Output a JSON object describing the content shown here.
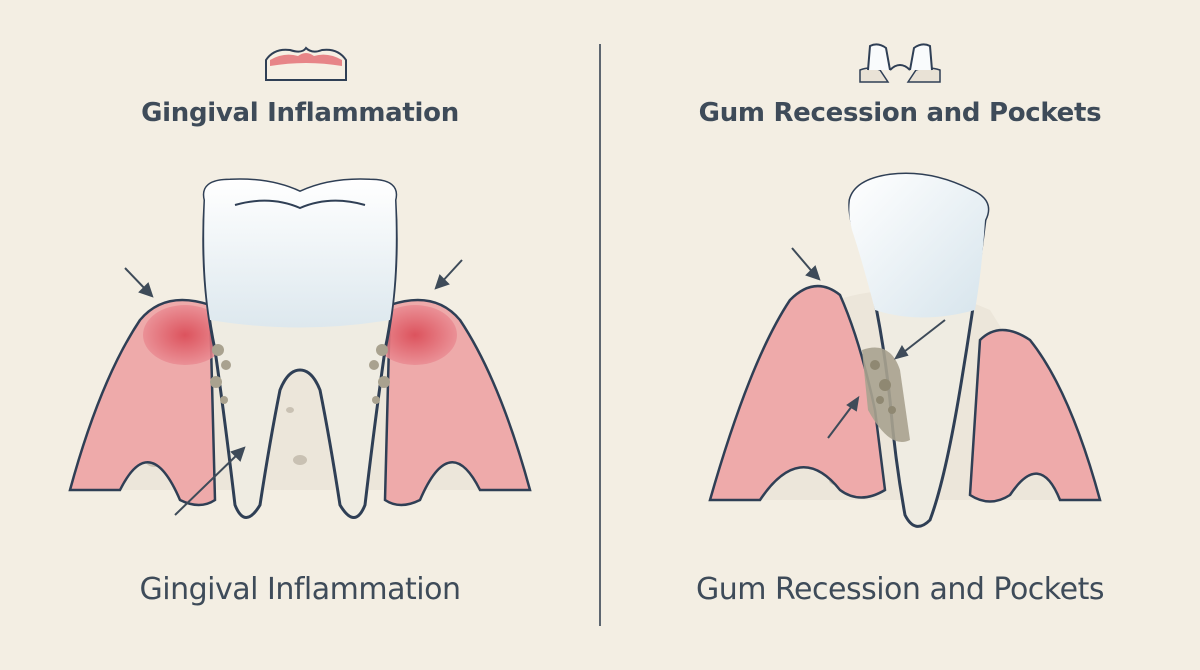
{
  "left_panel": {
    "heading": "Gingival Inflammation",
    "caption": "Gingival Inflammation"
  },
  "right_panel": {
    "heading": "Gum Recession and Pockets",
    "caption": "Gum Recession and Pockets"
  },
  "colors": {
    "background": "#f3eee3",
    "text": "#3e4b59",
    "gum": "#e8a6a6",
    "gum_inflamed": "#e05d63",
    "tooth_enamel": "#eef3f6",
    "bone": "#e9e2d6",
    "outline": "#2f3f55"
  }
}
